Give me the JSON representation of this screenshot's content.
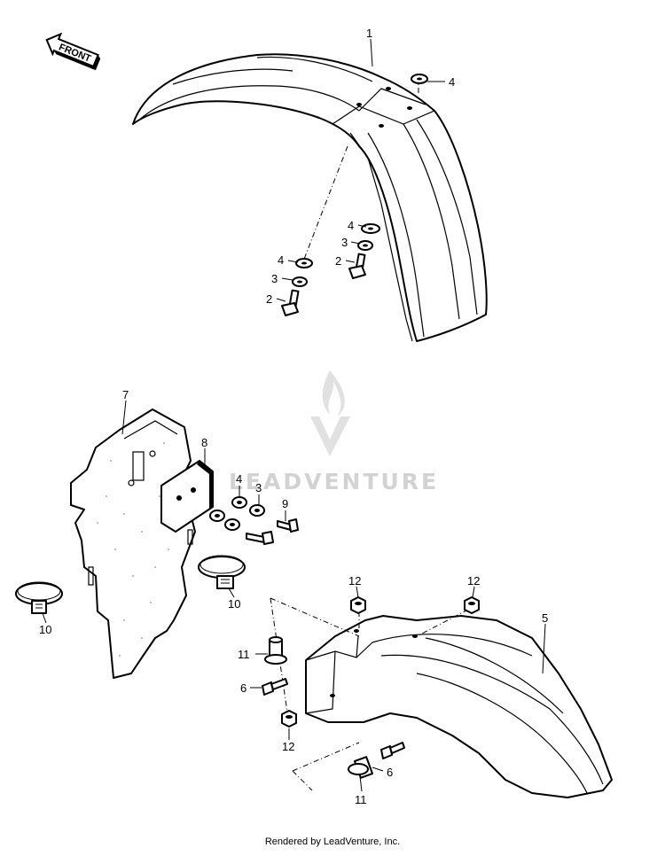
{
  "front_label": "FRONT",
  "watermark": "LEADVENTURE",
  "footer": "Rendered by LeadVenture, Inc.",
  "callouts": {
    "c1": "1",
    "c2a": "2",
    "c2b": "2",
    "c3a": "3",
    "c3b": "3",
    "c3c": "3",
    "c4a": "4",
    "c4b": "4",
    "c4c": "4",
    "c4d": "4",
    "c5": "5",
    "c6a": "6",
    "c6b": "6",
    "c7": "7",
    "c8": "8",
    "c9": "9",
    "c10a": "10",
    "c10b": "10",
    "c11a": "11",
    "c11b": "11",
    "c12a": "12",
    "c12b": "12",
    "c12c": "12"
  }
}
